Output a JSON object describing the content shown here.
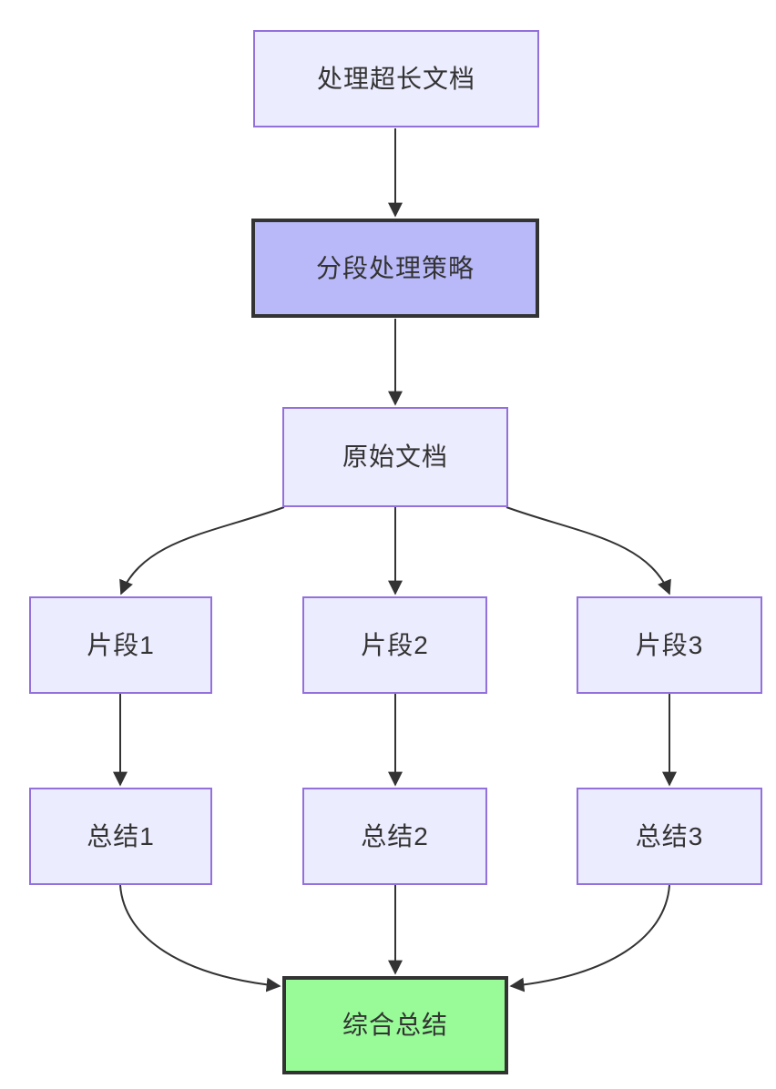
{
  "diagram": {
    "nodes": {
      "doc": {
        "label": "处理超长文档"
      },
      "strategy": {
        "label": "分段处理策略"
      },
      "original": {
        "label": "原始文档"
      },
      "frag1": {
        "label": "片段1"
      },
      "frag2": {
        "label": "片段2"
      },
      "frag3": {
        "label": "片段3"
      },
      "sum1": {
        "label": "总结1"
      },
      "sum2": {
        "label": "总结2"
      },
      "sum3": {
        "label": "总结3"
      },
      "final": {
        "label": "综合总结"
      }
    },
    "edges": [
      {
        "from": "处理超长文档",
        "to": "分段处理策略"
      },
      {
        "from": "分段处理策略",
        "to": "原始文档"
      },
      {
        "from": "原始文档",
        "to": "片段1"
      },
      {
        "from": "原始文档",
        "to": "片段2"
      },
      {
        "from": "原始文档",
        "to": "片段3"
      },
      {
        "from": "片段1",
        "to": "总结1"
      },
      {
        "from": "片段2",
        "to": "总结2"
      },
      {
        "from": "片段3",
        "to": "总结3"
      },
      {
        "from": "总结1",
        "to": "综合总结"
      },
      {
        "from": "总结2",
        "to": "综合总结"
      },
      {
        "from": "总结3",
        "to": "综合总结"
      }
    ],
    "colors": {
      "node-fill": "#ECECFF",
      "node-border": "#9370DB",
      "strategy-fill": "#B9B9F9",
      "final-fill": "#98FB98",
      "emphasis-border": "#333333",
      "edge-color": "#333333",
      "text-color": "#333333",
      "background": "#FFFFFF"
    }
  }
}
